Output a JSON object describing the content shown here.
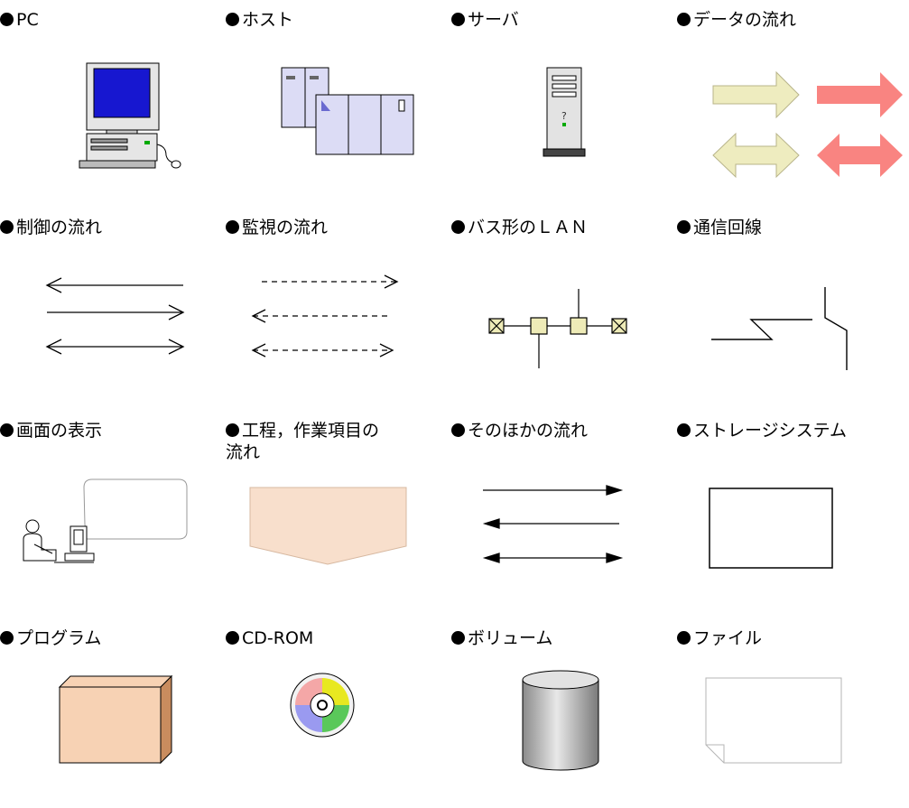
{
  "legend": [
    {
      "key": "pc",
      "label": "PC",
      "icon": "pc-icon"
    },
    {
      "key": "host",
      "label": "ホスト",
      "icon": "host-icon"
    },
    {
      "key": "server",
      "label": "サーバ",
      "icon": "server-icon"
    },
    {
      "key": "data_flow",
      "label": "データの流れ",
      "icon": "data-flow-arrows-icon"
    },
    {
      "key": "control_flow",
      "label": "制御の流れ",
      "icon": "control-flow-arrows-icon"
    },
    {
      "key": "monitor_flow",
      "label": "監視の流れ",
      "icon": "monitor-flow-arrows-icon"
    },
    {
      "key": "bus_lan",
      "label": "バス形のＬＡＮ",
      "icon": "bus-lan-icon"
    },
    {
      "key": "comm_line",
      "label": "通信回線",
      "icon": "communication-line-icon"
    },
    {
      "key": "screen_display",
      "label": "画面の表示",
      "icon": "screen-display-icon"
    },
    {
      "key": "process",
      "label": "工程，作業項目の\n流れ",
      "icon": "process-pentagon-icon"
    },
    {
      "key": "other_flow",
      "label": "そのほかの流れ",
      "icon": "other-flow-arrows-icon"
    },
    {
      "key": "storage",
      "label": "ストレージシステム",
      "icon": "storage-rectangle-icon"
    },
    {
      "key": "program",
      "label": "プログラム",
      "icon": "program-box-icon"
    },
    {
      "key": "cdrom",
      "label": "CD-ROM",
      "icon": "cd-rom-icon"
    },
    {
      "key": "volume",
      "label": "ボリューム",
      "icon": "volume-cylinder-icon"
    },
    {
      "key": "file",
      "label": "ファイル",
      "icon": "file-page-icon"
    }
  ],
  "colors": {
    "data_flow_light": "#eeecbf",
    "data_flow_accent": "#f98481",
    "process_fill": "#f8dfcc",
    "program_fill": "#f7d2b4",
    "program_side": "#c98c5e",
    "host_fill": "#dcdcf5",
    "lan_node_fill": "#eeebb7",
    "monitor_blue": "#1717d0",
    "volume_mid": "#d0d0d0"
  }
}
